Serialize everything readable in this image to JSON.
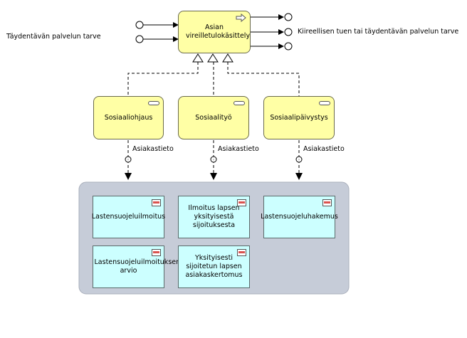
{
  "main_process": {
    "label": "Asian vireilletulokäsittely"
  },
  "input_label": "Täydentävän palvelun tarve",
  "output_label": "Kiireellisen tuen tai täydentävän palvelun tarve",
  "sub_processes": [
    {
      "label": "Sosiaaliohjaus"
    },
    {
      "label": "Sosiaalityö"
    },
    {
      "label": "Sosiaalipäivystys"
    }
  ],
  "flow_labels": [
    "Asiakastieto",
    "Asiakastieto",
    "Asiakastieto"
  ],
  "documents": [
    {
      "label": "Lastensuojeluilmoitus"
    },
    {
      "label": "Ilmoitus lapsen yksityisestä sijoituksesta"
    },
    {
      "label": "Lastensuojeluhakemus"
    },
    {
      "label": "Lastensuojeluilmoituksen arvio"
    },
    {
      "label": "Yksityisesti sijoitetun lapsen asiakaskertomus"
    }
  ],
  "colors": {
    "process_fill": "#ffffa5",
    "document_fill": "#ccffff",
    "group_fill": "#c6ccd8"
  }
}
